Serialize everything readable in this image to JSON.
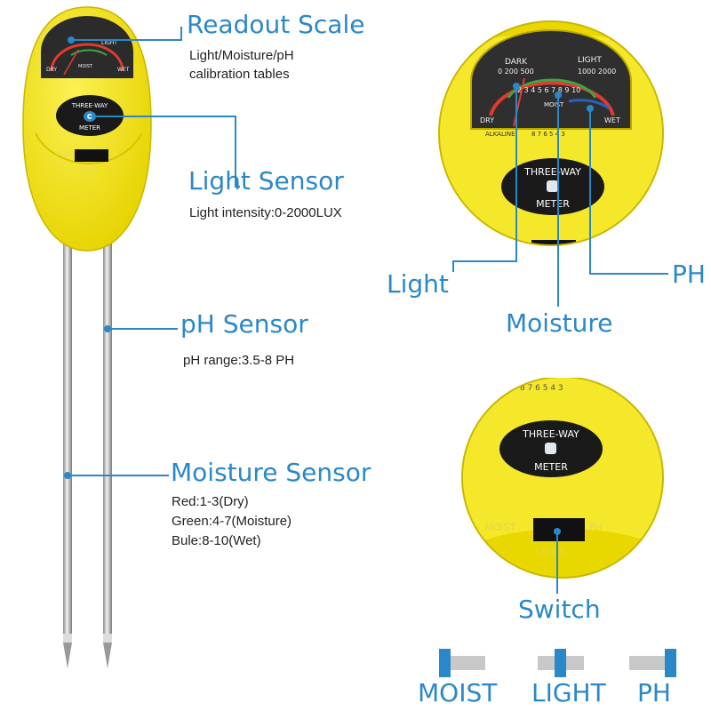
{
  "device": {
    "badge_line1": "THREE-WAY",
    "badge_line2": "METER",
    "switch_left": "MOIST",
    "switch_right": "PH",
    "switch_bottom": "LIGHT",
    "scale_dark": "DARK",
    "scale_light": "LIGHT",
    "scale_dry": "DRY",
    "scale_wet": "WET",
    "scale_moist": "MOIST",
    "scale_alkaline": "ALKALINE",
    "scale_lux_ticks": "0 200 500",
    "scale_lux_ticks_high": "1000 2000",
    "scale_num_ticks": "2 3 4 5 6 7 8 9 10",
    "scale_ph_ticks": "8 7 6 5 4 3"
  },
  "callouts": {
    "readout": {
      "title": "Readout Scale",
      "lines": [
        "Light/Moisture/pH",
        "calibration tables"
      ]
    },
    "light_sensor": {
      "title": "Light Sensor",
      "lines": [
        "Light intensity:0-2000LUX"
      ]
    },
    "ph_sensor": {
      "title": "pH Sensor",
      "lines": [
        "pH range:3.5-8 PH"
      ]
    },
    "moisture_sensor": {
      "title": "Moisture Sensor",
      "lines": [
        "Red:1-3(Dry)",
        "Green:4-7(Moisture)",
        "Bule:8-10(Wet)"
      ]
    }
  },
  "closeup_top": {
    "light": "Light",
    "moisture": "Moisture",
    "ph": "PH"
  },
  "closeup_bottom": {
    "switch": "Switch"
  },
  "modes": [
    {
      "label": "MOIST",
      "position": "left"
    },
    {
      "label": "LIGHT",
      "position": "middle"
    },
    {
      "label": "PH",
      "position": "right"
    }
  ],
  "colors": {
    "accent": "#2a88c9",
    "body_yellow": "#f2e21a",
    "body_yellow_dark": "#d8c400",
    "switch_track": "#c8c8c8",
    "dry_red": "#e23a2e",
    "moist_green": "#3aa64a",
    "wet_blue": "#2c5fc0"
  }
}
